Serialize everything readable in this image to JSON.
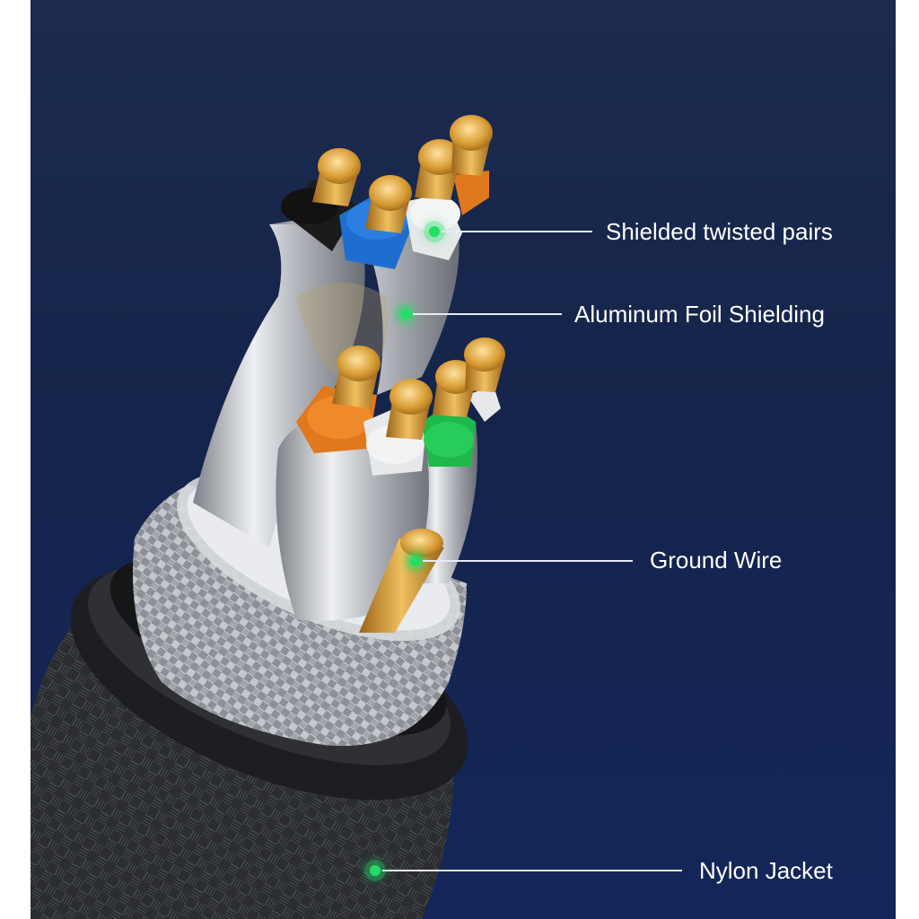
{
  "diagram": {
    "subject": "braided shielded ethernet cable cross-section",
    "colors": {
      "background": "#1a2a55",
      "leader_line": "#e8ecf5",
      "callout_dot": "#22dd66",
      "label_text": "#ffffff",
      "copper": "#d9a23a",
      "foil": "#c9ccd1",
      "jacket": "#2a2c30"
    },
    "wire_colors": [
      "#1b1b1b",
      "#1f6ecf",
      "#e6e8ea",
      "#e0781e",
      "#e0781e",
      "#e6e8ea",
      "#1fb84a",
      "#e6e8ea"
    ],
    "callouts": [
      {
        "label": "Shielded twisted pairs",
        "icon": "green-dot-icon"
      },
      {
        "label": "Aluminum Foil Shielding",
        "icon": "green-dot-icon"
      },
      {
        "label": "Ground Wire",
        "icon": "green-dot-icon"
      },
      {
        "label": "Nylon Jacket",
        "icon": "green-dot-icon"
      }
    ]
  }
}
